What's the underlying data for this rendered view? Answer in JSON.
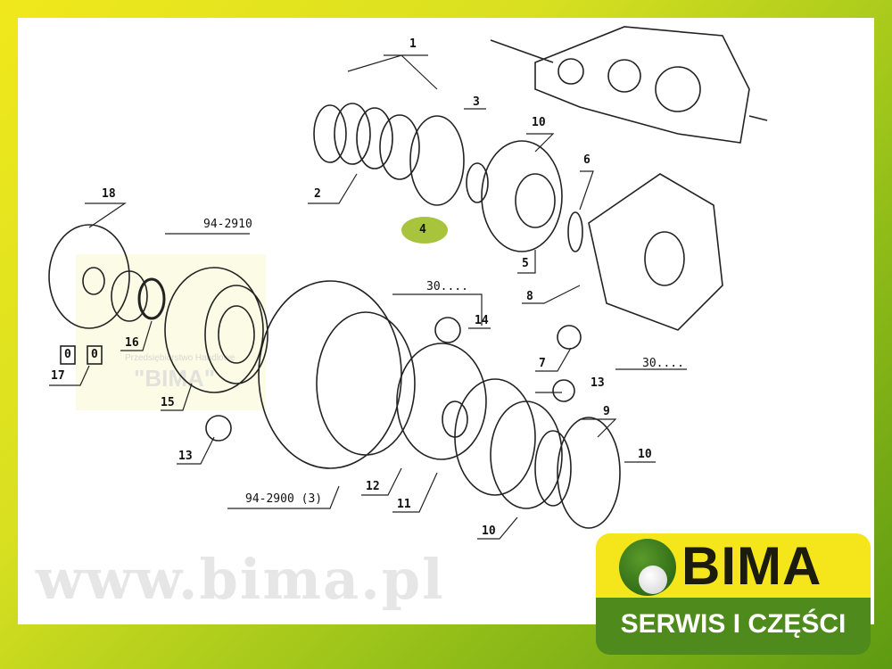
{
  "diagram": {
    "part_labels": {
      "p1": "1",
      "p2": "2",
      "p3": "3",
      "p4": "4",
      "p5": "5",
      "p6": "6",
      "p7": "7",
      "p8": "8",
      "p9": "9",
      "p10a": "10",
      "p10b": "10",
      "p10c": "10",
      "p11": "11",
      "p12": "12",
      "p13a": "13",
      "p13b": "13",
      "p14": "14",
      "p15": "15",
      "p16": "16",
      "p17": "17",
      "p18": "18"
    },
    "refs": {
      "r1": "94-2910",
      "r2": "94-2900 (3)",
      "r3": "30....",
      "r4": "30...."
    },
    "box_17": [
      "0",
      "0"
    ]
  },
  "watermark": {
    "url": "www.bima.pl",
    "company": "Przedsiębiorstwo Handlowe",
    "name": "\"BIMA\""
  },
  "logo": {
    "brand": "BIMA",
    "tagline": "SERWIS I CZĘŚCI"
  },
  "colors": {
    "yellow": "#f4e61a",
    "green": "#4f8a1c",
    "highlight": "#a8c43c"
  }
}
